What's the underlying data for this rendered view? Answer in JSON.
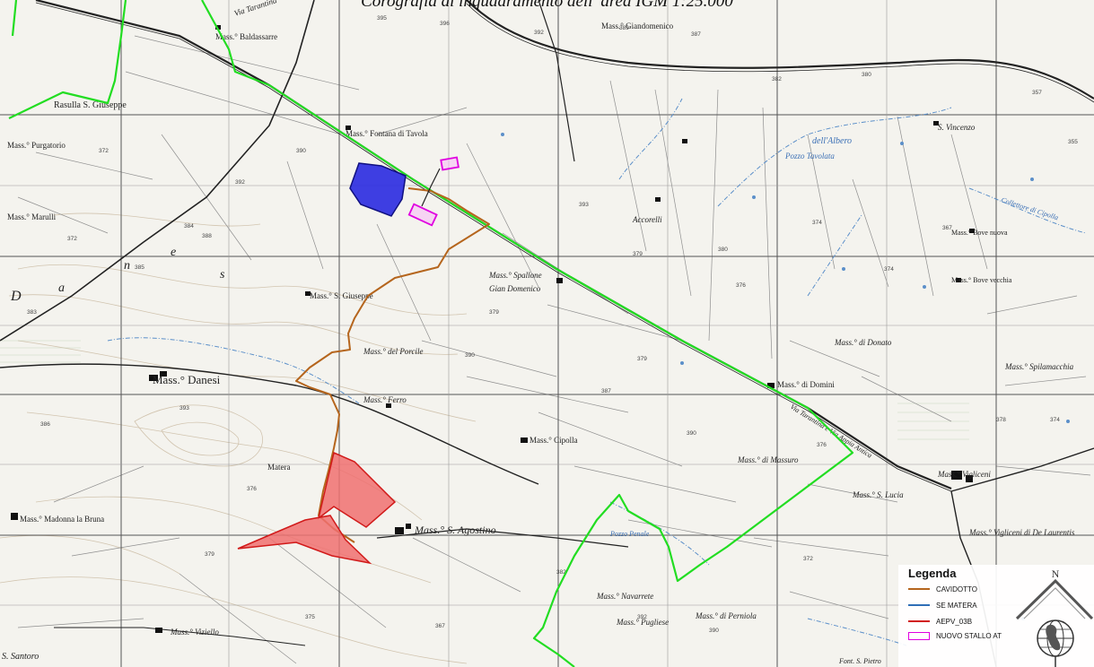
{
  "caption": "Corografia di inquadramento dell' area IGM 1:25.000",
  "legend": {
    "title": "Legenda",
    "items": [
      {
        "label": "CAVIDOTTO",
        "color": "#b5651d",
        "style": "line"
      },
      {
        "label": "SE MATERA",
        "color": "#2f6fb7",
        "style": "line"
      },
      {
        "label": "AEPV_03B",
        "color": "#d11a1a",
        "style": "line"
      },
      {
        "label": "NUOVO STALLO AT",
        "color": "#e000e0",
        "style": "box"
      }
    ]
  },
  "north_arrow": {
    "letter": "N"
  },
  "colors": {
    "cavidotto": "#b5651d",
    "se_matera_fill": "#2a2ae0",
    "aepv_fill": "#f07070",
    "aepv_stroke": "#d11a1a",
    "stallo": "#e000e0",
    "boundary": "#22dd22",
    "roads": "#222222",
    "grid": "#555555",
    "water": "#5b8fc9"
  },
  "map_labels": {
    "via_tarantina": "Via Tarantina",
    "masseria_baldassarre": "Mass.° Baldassarre",
    "masseria_giandomenico": "Mass.° Giandomenico",
    "rasulla_s_giuseppe": "Rasulla S. Giuseppe",
    "masseria_fontana_di_tavola": "Mass.° Fontana di Tavola",
    "masseria_purgatorio": "Mass.° Purgatorio",
    "s_vincenzo": "S. Vincenzo",
    "pozzo_tavolata": "Pozzo Tavolata",
    "dell_albero": "dell'Albero",
    "masseria_marulli": "Mass.° Marulli",
    "accorelli": "Accorelli",
    "collettore_cipolla": "Collettore di Cipolla",
    "masseria_bove_nuova": "Mass.° Bove nuova",
    "masseria_bove_vecchia": "Mass.° Bove vecchia",
    "masseria_spallone": "Mass.° Spallone",
    "gian_domenico": "Gian Domenico",
    "masseria_s_giuseppe": "Mass.° S. Giuseppe",
    "masseria_del_porcile": "Mass.° del Porcile",
    "masseria_danesi": "Mass.° Danesi",
    "masseria_di_donato": "Mass.° di Donato",
    "masseria_di_domini": "Mass.° di Domini",
    "masseria_spilamacchia": "Mass.° Spilamacchia",
    "masseria_ferro": "Mass.° Ferro",
    "masseria_cipolla": "Mass.° Cipolla",
    "via_tarantina_appia": "Via Tarantina e Via Appia Antica",
    "matera": "Matera",
    "masseria_di_massuro": "Mass.° di Massuro",
    "masseria_vigliceni": "Mass.° Vigliceni",
    "masseria_s_lucia": "Mass.° S. Lucia",
    "masseria_madonna_la_bruna": "Mass.° Madonna la Bruna",
    "masseria_s_agostino": "Mass.° S. Agostino",
    "pozzo_penale": "Pozzo Penale",
    "masseria_vigliceni_de_laurentis": "Mass.° Vigliceni di De Laurentis",
    "masseria_navarrete": "Mass.° Navarrete",
    "masseria_pugliese": "Mass.° Pugliese",
    "masseria_di_perniola": "Mass.° di Perniola",
    "masseria_viziello": "Mass.° Viziello",
    "s_santoro": "S. Santoro",
    "s_pietro": "Font. S. Pietro",
    "letter_d": "D",
    "letter_a": "a",
    "letter_n": "n",
    "letter_e": "e",
    "letter_s": "s"
  }
}
